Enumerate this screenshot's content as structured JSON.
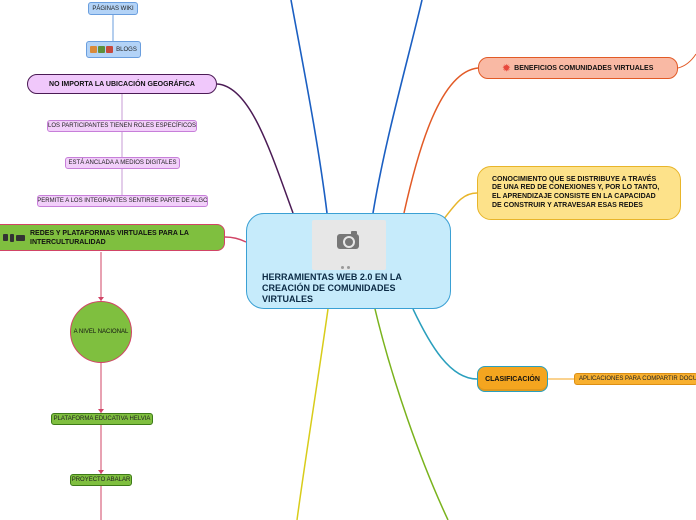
{
  "central": {
    "title": "HERRAMIENTAS WEB 2.0 EN LA CREACIÓN DE COMUNIDADES VIRTUALES",
    "image_icon": "camera-placeholder-icon"
  },
  "left_top": {
    "paginas_wiki": "PÁGINAS WIKI",
    "blogs": "BLOGS"
  },
  "ubicacion_branch": {
    "title": "NO IMPORTA LA UBICACIÓN GEOGRÁFICA",
    "color": "#4b1b55",
    "items": [
      "LOS PARTICIPANTES TIENEN ROLES ESPECÍFICOS",
      "ESTÁ ANCLADA A MEDIOS DIGITALES",
      "PERMITE A LOS INTEGRANTES SENTIRSE PARTE DE ALGO"
    ]
  },
  "redes_branch": {
    "title": "REDES Y PLATAFORMAS VIRTUALES PARA LA INTERCULTURALIDAD",
    "color": "#d14466",
    "nacional": "A NIVEL NACIONAL",
    "items": [
      "PLATAFORMA EDUCATIVA HELVIA",
      "PROYECTO ABALAR"
    ]
  },
  "right": {
    "beneficios": "BENEFICIOS COMUNIDADES VIRTUALES",
    "conocimiento": "CONOCIMIENTO QUE SE DISTRIBUYE A TRAVÉS DE UNA RED DE CONEXIONES Y, POR LO TANTO, EL APRENDIZAJE CONSISTE EN LA CAPACIDAD DE CONSTRUIR Y ATRAVESAR ESAS REDES",
    "clasificacion": "CLASIFICACIÓN",
    "aplicaciones": "APLICACIONES PARA COMPARTIR DOCUMENTOS"
  },
  "colors": {
    "central_fill": "#c6ebfb",
    "beneficios_line": "#e25a26",
    "conocimiento_line": "#e8b52a",
    "clasificacion_line": "#2a9fbd",
    "top_lines": "#1b5fc2",
    "bottom_yellow": "#d8cc1a",
    "bottom_green": "#7ab31d"
  }
}
